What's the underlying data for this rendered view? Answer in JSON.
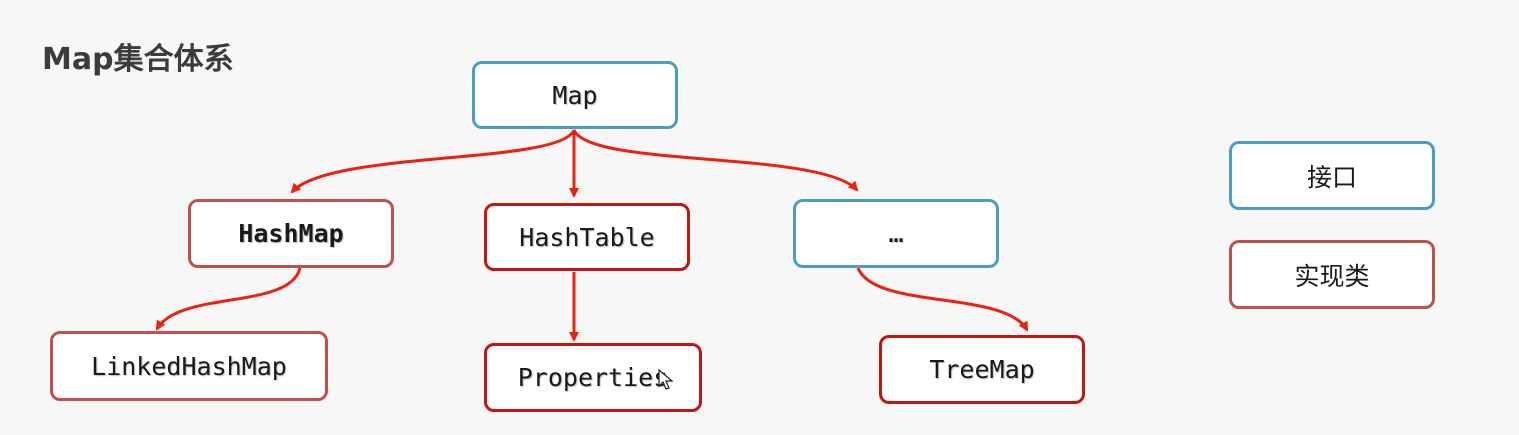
{
  "title": "Map集合体系",
  "colors": {
    "interface_border": "#4a9fc0",
    "class_light_border": "#c0504d",
    "class_dark_border": "#c0170f",
    "arrow": "#e8230f"
  },
  "nodes": {
    "map": {
      "label": "Map",
      "kind": "interface"
    },
    "hashmap": {
      "label": "HashMap",
      "kind": "class"
    },
    "hashtable": {
      "label": "HashTable",
      "kind": "class"
    },
    "other": {
      "label": "…",
      "kind": "interface"
    },
    "linkedhashmap": {
      "label": "LinkedHashMap",
      "kind": "class"
    },
    "properties": {
      "label": "Properties",
      "kind": "class"
    },
    "treemap": {
      "label": "TreeMap",
      "kind": "class"
    }
  },
  "edges": [
    {
      "from": "map",
      "to": "hashmap"
    },
    {
      "from": "map",
      "to": "hashtable"
    },
    {
      "from": "map",
      "to": "other"
    },
    {
      "from": "hashmap",
      "to": "linkedhashmap"
    },
    {
      "from": "hashtable",
      "to": "properties"
    },
    {
      "from": "other",
      "to": "treemap"
    }
  ],
  "legend": {
    "interface_label": "接口",
    "class_label": "实现类"
  }
}
